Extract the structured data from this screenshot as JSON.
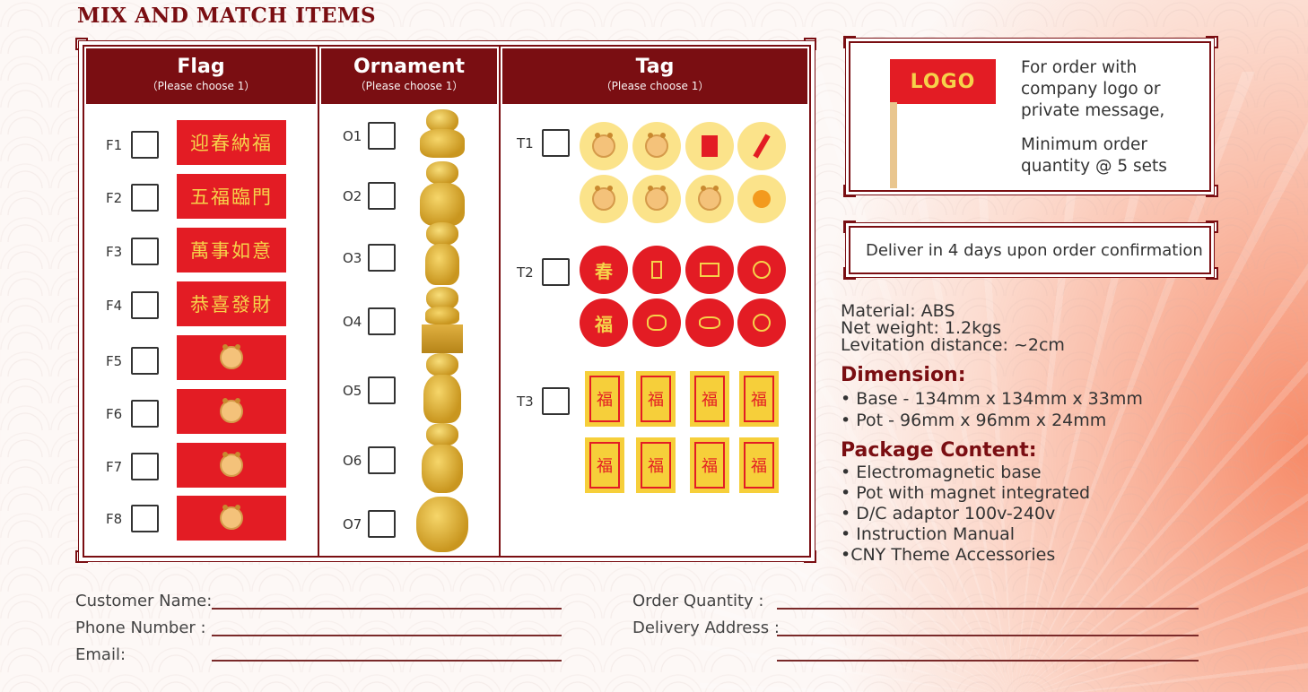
{
  "title": "MIX AND MATCH ITEMS",
  "columns": {
    "flag": {
      "title": "Flag",
      "sub": "（Please choose 1）"
    },
    "ornament": {
      "title": "Ornament",
      "sub": "（Please choose 1）"
    },
    "tag": {
      "title": "Tag",
      "sub": "（Please choose 1）"
    }
  },
  "flags": [
    {
      "code": "F1",
      "text": "迎春納福"
    },
    {
      "code": "F2",
      "text": "五福臨門"
    },
    {
      "code": "F3",
      "text": "萬事如意"
    },
    {
      "code": "F4",
      "text": "恭喜發財"
    },
    {
      "code": "F5",
      "text": ""
    },
    {
      "code": "F6",
      "text": ""
    },
    {
      "code": "F7",
      "text": ""
    },
    {
      "code": "F8",
      "text": ""
    }
  ],
  "ornaments": [
    "O1",
    "O2",
    "O3",
    "O4",
    "O5",
    "O6",
    "O7"
  ],
  "tags": {
    "t1": "T1",
    "t2": "T2",
    "t3": "T3",
    "t2_chars": [
      "春",
      "",
      "",
      "",
      "福",
      "",
      "",
      ""
    ],
    "t3_char": "福"
  },
  "logo_panel": {
    "flag_text": "LOGO",
    "line1": "For order with",
    "line2": "company logo or",
    "line3": "private message,",
    "line4": "Minimum order",
    "line5": "quantity @ 5 sets"
  },
  "delivery": "Deliver in 4 days upon order confirmation",
  "specs": {
    "material": "Material: ABS",
    "weight": "Net weight: 1.2kgs",
    "levitation": "Levitation distance: ~2cm"
  },
  "dimension": {
    "title": "Dimension:",
    "items": [
      "• Base - 134mm x 134mm x 33mm",
      "• Pot - 96mm x 96mm x 24mm"
    ]
  },
  "package": {
    "title": "Package Content:",
    "items": [
      "• Electromagnetic base",
      "• Pot with magnet integrated",
      "• D/C adaptor 100v-240v",
      "• Instruction Manual",
      "•CNY Theme Accessories"
    ]
  },
  "form": {
    "customer_name": "Customer Name:",
    "phone": "Phone Number :",
    "email": "Email:",
    "order_qty": "Order Quantity :",
    "address": "Delivery Address :"
  },
  "colors": {
    "accent": "#7a0e12",
    "red": "#e31c24",
    "gold": "#f6d24a"
  }
}
